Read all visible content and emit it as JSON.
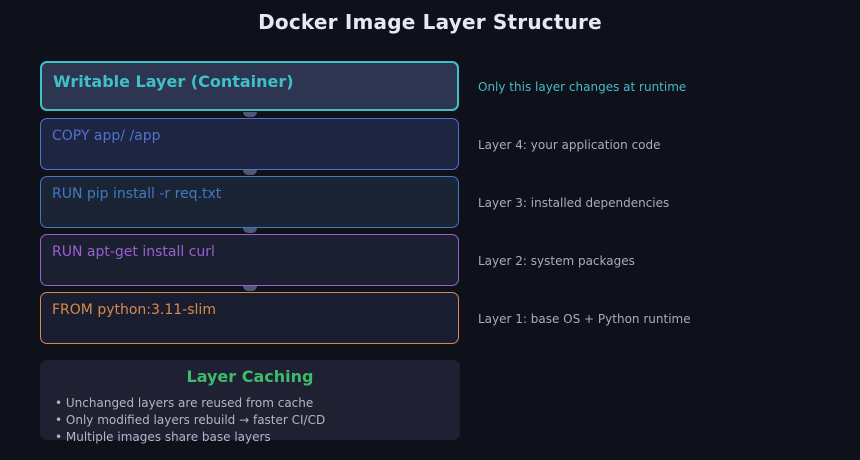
{
  "title": "Docker Image Layer Structure",
  "layers": [
    {
      "label": "Writable Layer (Container)",
      "note": "Only this layer changes at runtime",
      "color": "#3fc0c9",
      "bg": "#2d3550",
      "note_color": "#49b9c6"
    },
    {
      "label": "COPY app/ /app",
      "note": "Layer 4: your application code",
      "color": "#4f73c9",
      "bg": "#1d2543",
      "note_color": "#a9adba"
    },
    {
      "label": "RUN pip install -r req.txt",
      "note": "Layer 3: installed dependencies",
      "color": "#3f79c2",
      "bg": "#1b2435",
      "note_color": "#a9adba"
    },
    {
      "label": "RUN apt-get install curl",
      "note": "Layer 2: system packages",
      "color": "#9a5fd2",
      "bg": "#1b2030",
      "note_color": "#a9adba"
    },
    {
      "label": "FROM python:3.11-slim",
      "note": "Layer 1: base OS + Python runtime",
      "color": "#d9894a",
      "bg": "#191d30",
      "note_color": "#a9adba"
    }
  ],
  "caching": {
    "heading": "Layer Caching",
    "heading_color": "#3dbb6d",
    "items": [
      "• Unchanged layers are reused from cache",
      "• Only modified layers rebuild → faster CI/CD",
      "• Multiple images share base layers"
    ]
  }
}
